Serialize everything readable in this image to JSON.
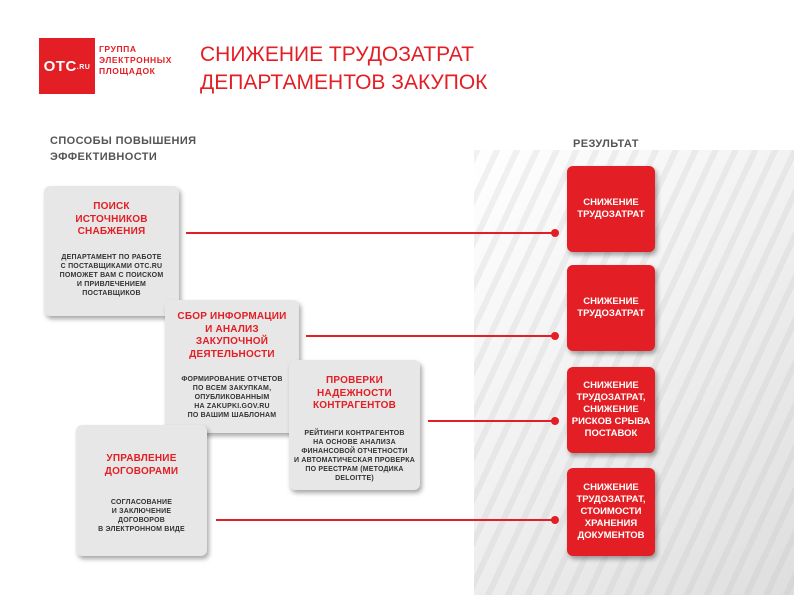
{
  "header": {
    "logo_text": "OTC",
    "logo_suffix": ".RU",
    "logo_tagline": [
      "ГРУППА",
      "ЭЛЕКТРОННЫХ",
      "ПЛОЩАДОК"
    ],
    "title_lines": [
      "СНИЖЕНИЕ ТРУДОЗАТРАТ",
      "ДЕПАРТАМЕНТОВ ЗАКУПОК"
    ]
  },
  "left_section_title": [
    "СПОСОБЫ ПОВЫШЕНИЯ",
    "ЭФФЕКТИВНОСТИ"
  ],
  "right_section_title": "РЕЗУЛЬТАТ",
  "methods": [
    {
      "title": [
        "ПОИСК",
        "ИСТОЧНИКОВ",
        "СНАБЖЕНИЯ"
      ],
      "desc": [
        "ДЕПАРТАМЕНТ ПО РАБОТЕ",
        "С ПОСТАВЩИКАМИ OTC.RU",
        "ПОМОЖЕТ ВАМ С ПОИСКОМ",
        "И ПРИВЛЕЧЕНИЕМ",
        "ПОСТАВЩИКОВ"
      ]
    },
    {
      "title": [
        "СБОР ИНФОРМАЦИИ",
        "И АНАЛИЗ",
        "ЗАКУПОЧНОЙ",
        "ДЕЯТЕЛЬНОСТИ"
      ],
      "desc": [
        "ФОРМИРОВАНИЕ ОТЧЕТОВ",
        "ПО ВСЕМ ЗАКУПКАМ,",
        "ОПУБЛИКОВАННЫМ",
        "НА ZAKUPKI.GOV.RU",
        "ПО ВАШИМ ШАБЛОНАМ"
      ]
    },
    {
      "title": [
        "ПРОВЕРКИ",
        "НАДЕЖНОСТИ",
        "КОНТРАГЕНТОВ"
      ],
      "desc": [
        "РЕЙТИНГИ КОНТРАГЕНТОВ",
        "НА ОСНОВЕ АНАЛИЗА",
        "ФИНАНСОВОЙ ОТЧЕТНОСТИ",
        "И АВТОМАТИЧЕСКАЯ ПРОВЕРКА",
        "ПО РЕЕСТРАМ (МЕТОДИКА",
        "DELOITTE)"
      ]
    },
    {
      "title": [
        "УПРАВЛЕНИЕ",
        "ДОГОВОРАМИ"
      ],
      "desc": [
        "СОГЛАСОВАНИЕ",
        "И ЗАКЛЮЧЕНИЕ",
        "ДОГОВОРОВ",
        "В ЭЛЕКТРОННОМ ВИДЕ"
      ]
    }
  ],
  "results": [
    [
      "СНИЖЕНИЕ",
      "ТРУДОЗАТРАТ"
    ],
    [
      "СНИЖЕНИЕ",
      "ТРУДОЗАТРАТ"
    ],
    [
      "СНИЖЕНИЕ",
      "ТРУДОЗАТРАТ,",
      "СНИЖЕНИЕ",
      "РИСКОВ СРЫВА",
      "ПОСТАВОК"
    ],
    [
      "СНИЖЕНИЕ",
      "ТРУДОЗАТРАТ,",
      "СТОИМОСТИ",
      "ХРАНЕНИЯ",
      "ДОКУМЕНТОВ"
    ]
  ],
  "colors": {
    "accent": "#e31e24",
    "card": "#e7e7e7"
  }
}
